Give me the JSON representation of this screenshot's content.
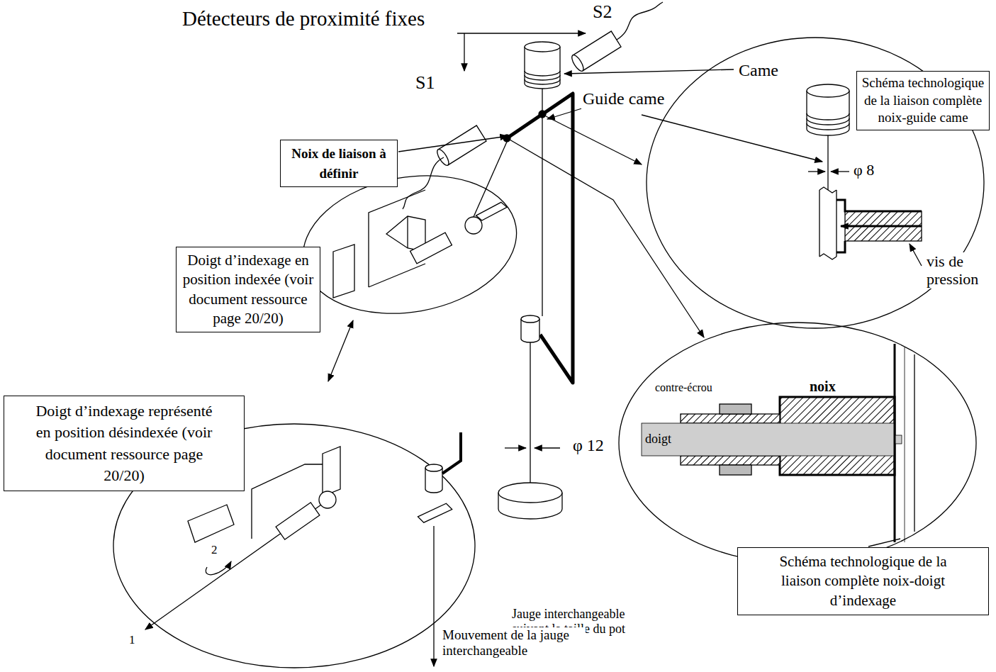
{
  "diagram": {
    "nodes": [
      {
        "text": [
          "Schéma technologique de la liaison complète noix-guide came"
        ]
      },
      {
        "text": [
          "Noix de liaison à définir"
        ]
      },
      {
        "text": [
          "Doigt d’indexage en position indexée (voir document ressource page 20/20)"
        ]
      },
      {
        "text": [
          "Doigt d’indexage représenté en position désindexée (voir document ressource page 20/20)"
        ]
      },
      {
        "text": [
          "Schéma technologique de la liaison complète noix-doigt d’indexage"
        ]
      }
    ],
    "labels": [
      "Détecteurs de proximité fixes",
      "S2",
      "S1",
      "Came",
      "Guide came",
      "φ 8",
      "vis de pression",
      "contre-écrou",
      "noix",
      "doigt",
      "φ 12",
      "Jauge interchangeable suivant la taille du pot",
      "Mouvement de la jauge interchangeable",
      "1",
      "2"
    ]
  }
}
